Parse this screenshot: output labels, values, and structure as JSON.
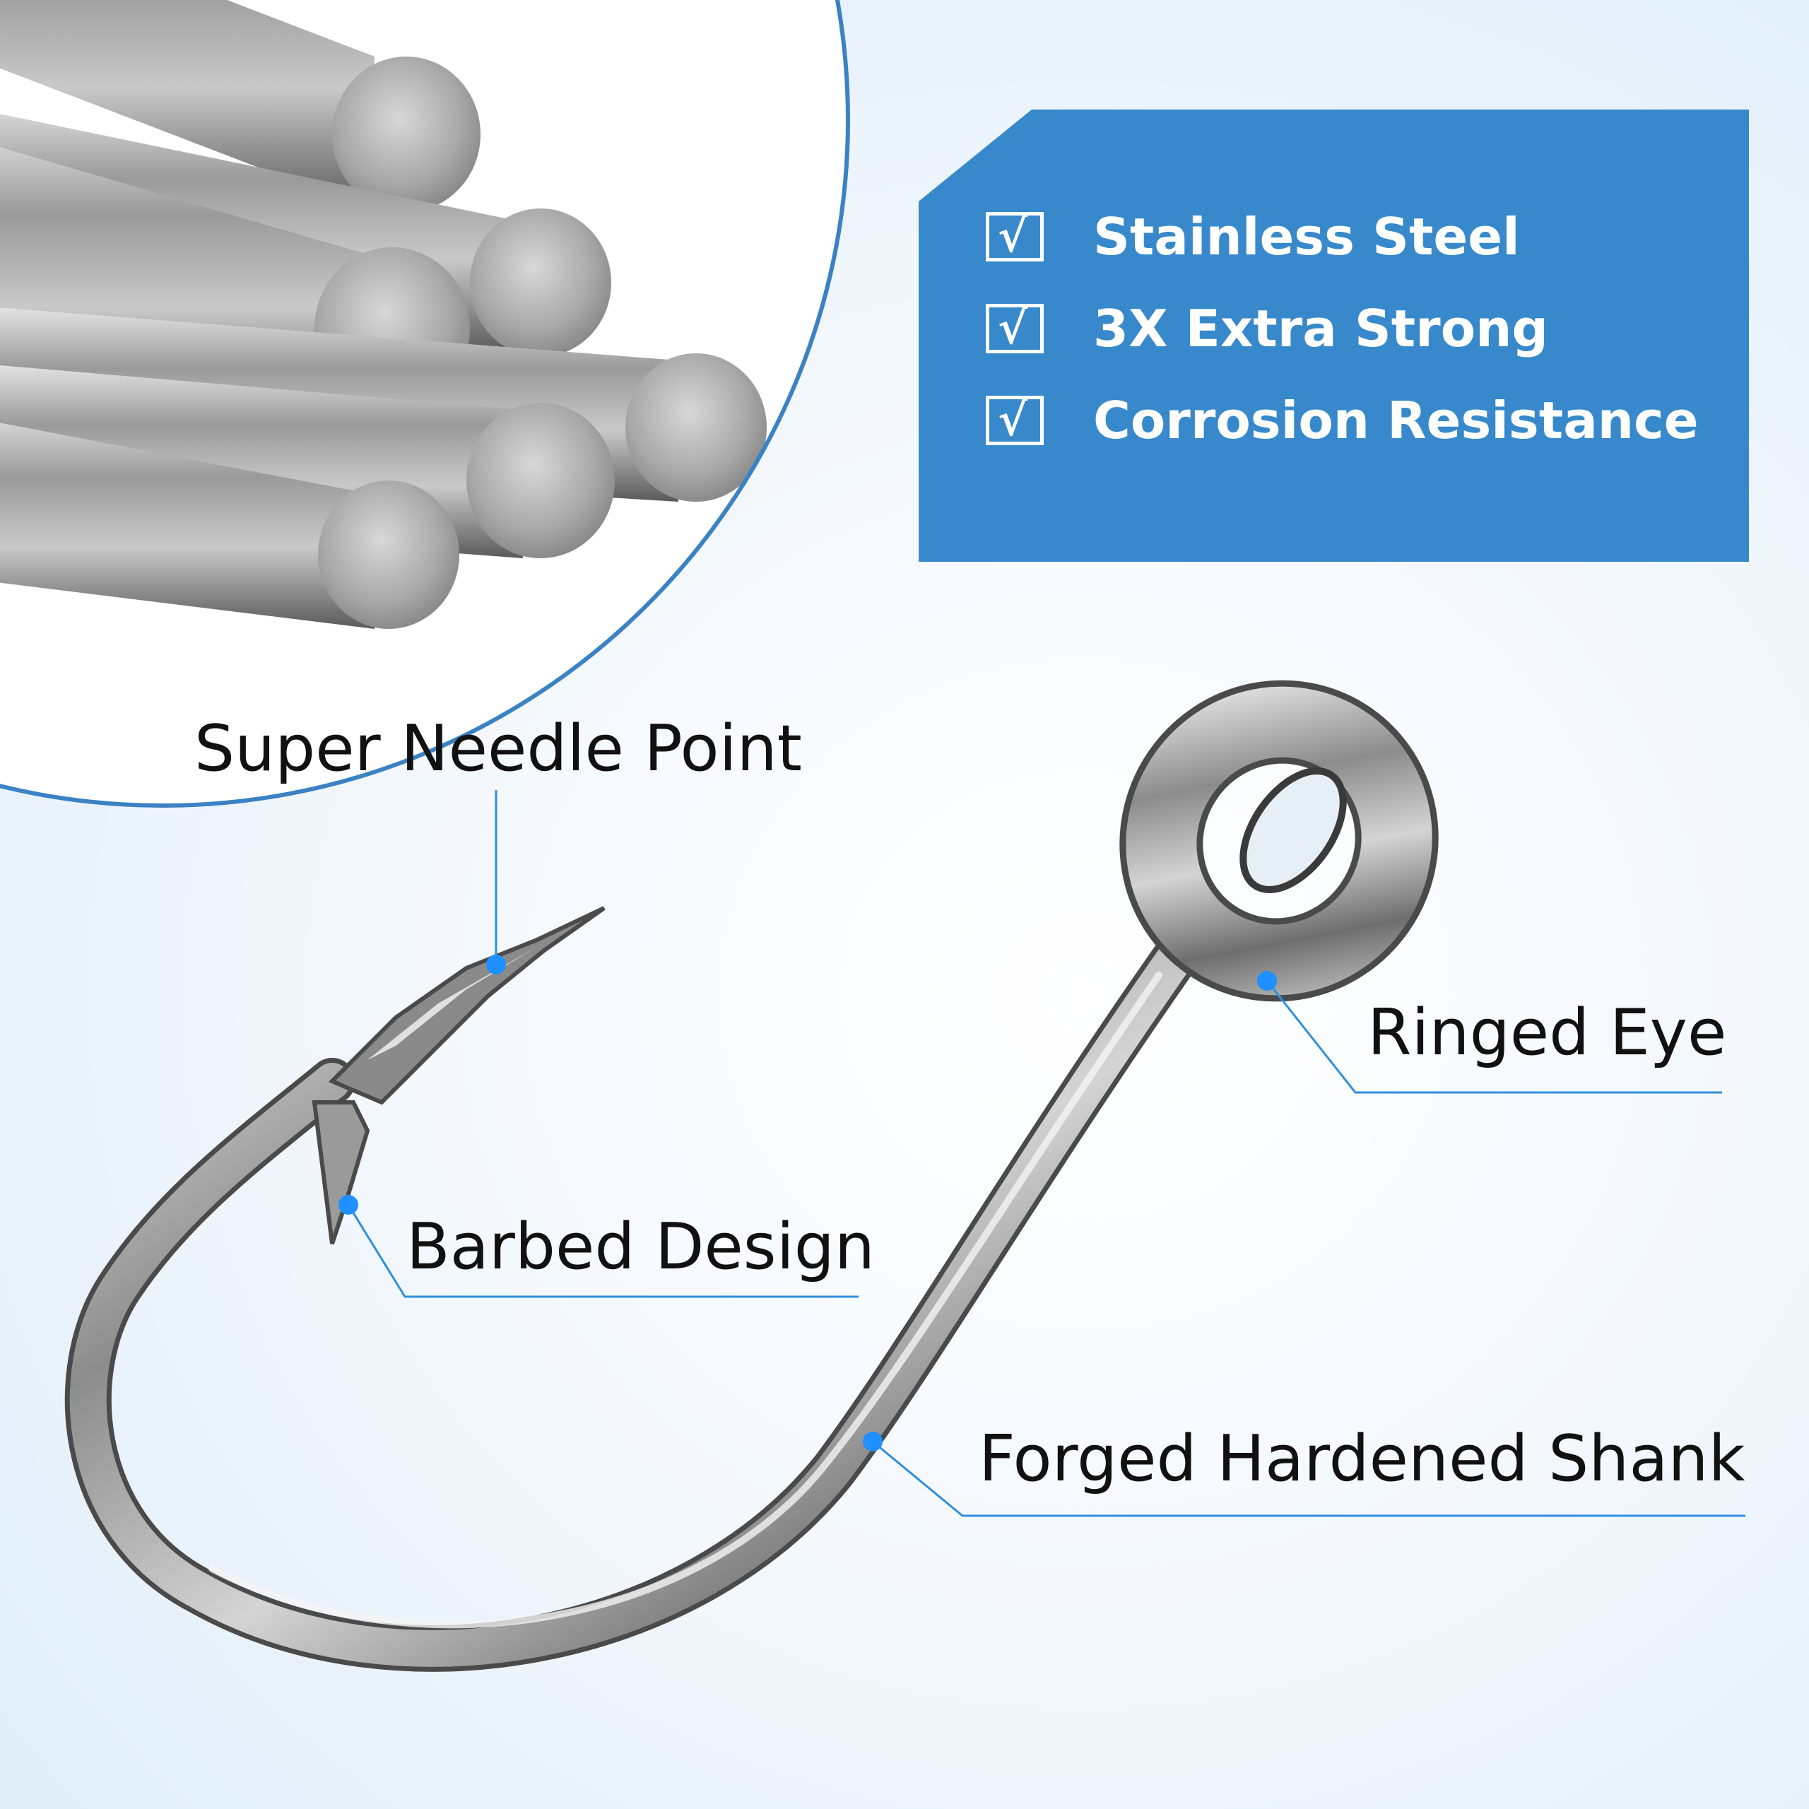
{
  "features": [
    {
      "check": "√",
      "label": "Stainless Steel"
    },
    {
      "check": "√",
      "label": "3X Extra Strong"
    },
    {
      "check": "√",
      "label": "Corrosion Resistance"
    }
  ],
  "callouts": {
    "needle_point": "Super Needle Point",
    "barbed_design": "Barbed Design",
    "ringed_eye": "Ringed Eye",
    "forged_shank": "Forged Hardened Shank"
  },
  "colors": {
    "accent_blue": "#3789cb",
    "callout_dot": "#1e90ff",
    "text_dark": "#111111"
  },
  "icons": [
    "check-icon",
    "steel-rod-icon",
    "fishing-hook-icon"
  ]
}
